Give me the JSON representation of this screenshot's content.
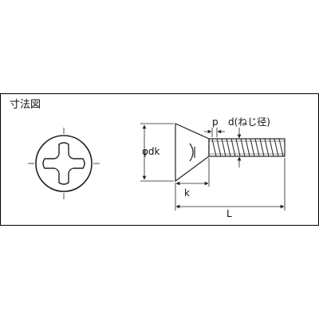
{
  "panel": {
    "title": "寸法図",
    "border_color": "#000000",
    "line_color": "#222222",
    "fill_color": "#ffffff"
  },
  "labels": {
    "head_diameter": "φdk",
    "pitch": "p",
    "thread_diameter": "d(ねじ径)",
    "head_height": "k",
    "length": "L"
  },
  "icons": {
    "front_view": "phillips-head-icon",
    "side_view": "flat-head-screw-icon"
  }
}
